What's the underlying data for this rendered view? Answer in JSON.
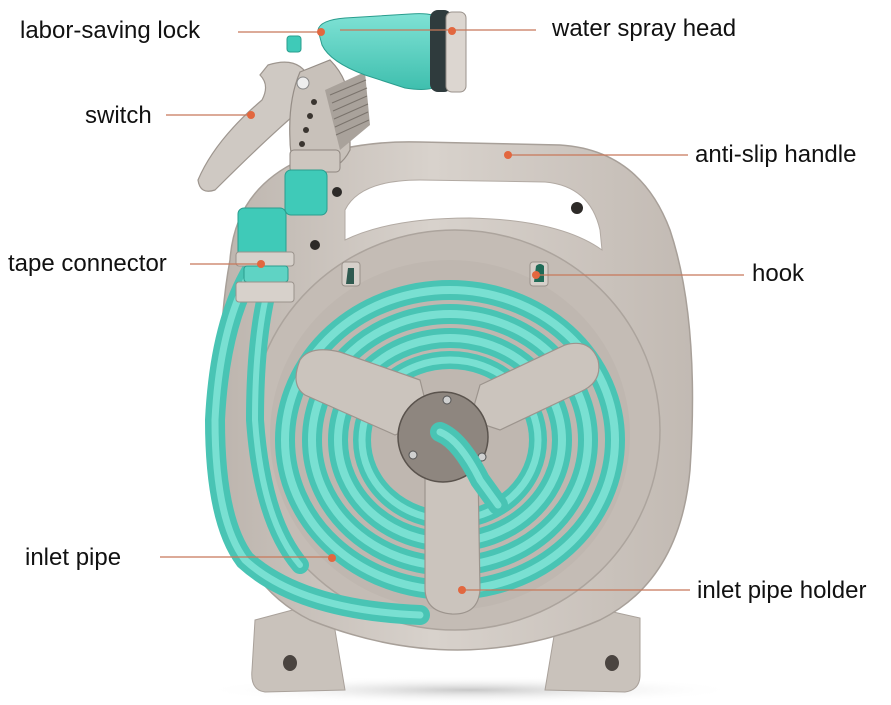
{
  "image": {
    "subject": "portable garden hose reel with spray gun",
    "background_color": "#ffffff",
    "colors": {
      "reel_body": "#cfc8c2",
      "reel_shadow": "#b9b1aa",
      "hose": "#5fd3c4",
      "hose_dark": "#3fb7a8",
      "hub": "#8d857e",
      "leader_line": "#c8785a",
      "leader_dot": "#e2673f",
      "label_text": "#111111"
    }
  },
  "labels": [
    {
      "id": "labor-saving-lock",
      "text": "labor-saving lock"
    },
    {
      "id": "switch",
      "text": "switch"
    },
    {
      "id": "tape-connector",
      "text": "tape connector"
    },
    {
      "id": "inlet-pipe",
      "text": "inlet pipe"
    },
    {
      "id": "water-spray-head",
      "text": "water spray head"
    },
    {
      "id": "anti-slip-handle",
      "text": "anti-slip handle"
    },
    {
      "id": "hook",
      "text": "hook"
    },
    {
      "id": "inlet-pipe-holder",
      "text": "inlet pipe holder"
    }
  ]
}
